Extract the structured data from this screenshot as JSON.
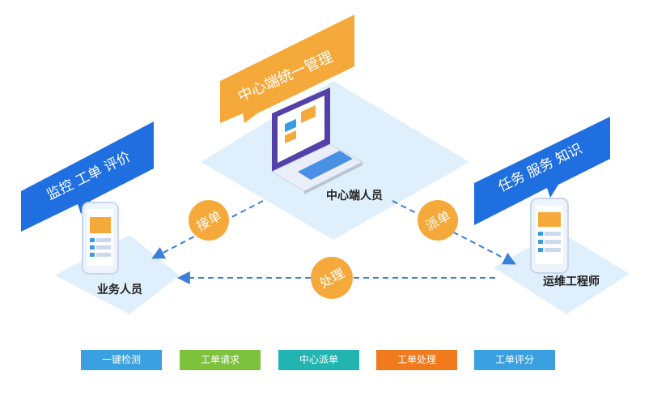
{
  "center": {
    "banner": "中心端统一管理",
    "label": "中心端人员"
  },
  "left": {
    "banner": "监控  工单  评价",
    "label": "业务人员"
  },
  "right": {
    "banner": "任务  服务  知识",
    "label": "运维工程师"
  },
  "flows": {
    "receive": "接单",
    "dispatch": "派单",
    "process": "处理"
  },
  "legend": [
    {
      "label": "一键检测",
      "color": "#3aa0e0"
    },
    {
      "label": "工单请求",
      "color": "#7dc23c"
    },
    {
      "label": "中心派单",
      "color": "#22b5b0"
    },
    {
      "label": "工单处理",
      "color": "#f07a1c"
    },
    {
      "label": "工单评分",
      "color": "#3aa0e0"
    }
  ],
  "colors": {
    "banner_orange": "#f6a93b",
    "banner_blue": "#1f6fe0",
    "circle_orange": "#f6a93b",
    "arrow_blue": "#3a7fd8",
    "platform": "#dcedfb"
  },
  "icons": [
    "laptop-icon",
    "phone-icon"
  ]
}
